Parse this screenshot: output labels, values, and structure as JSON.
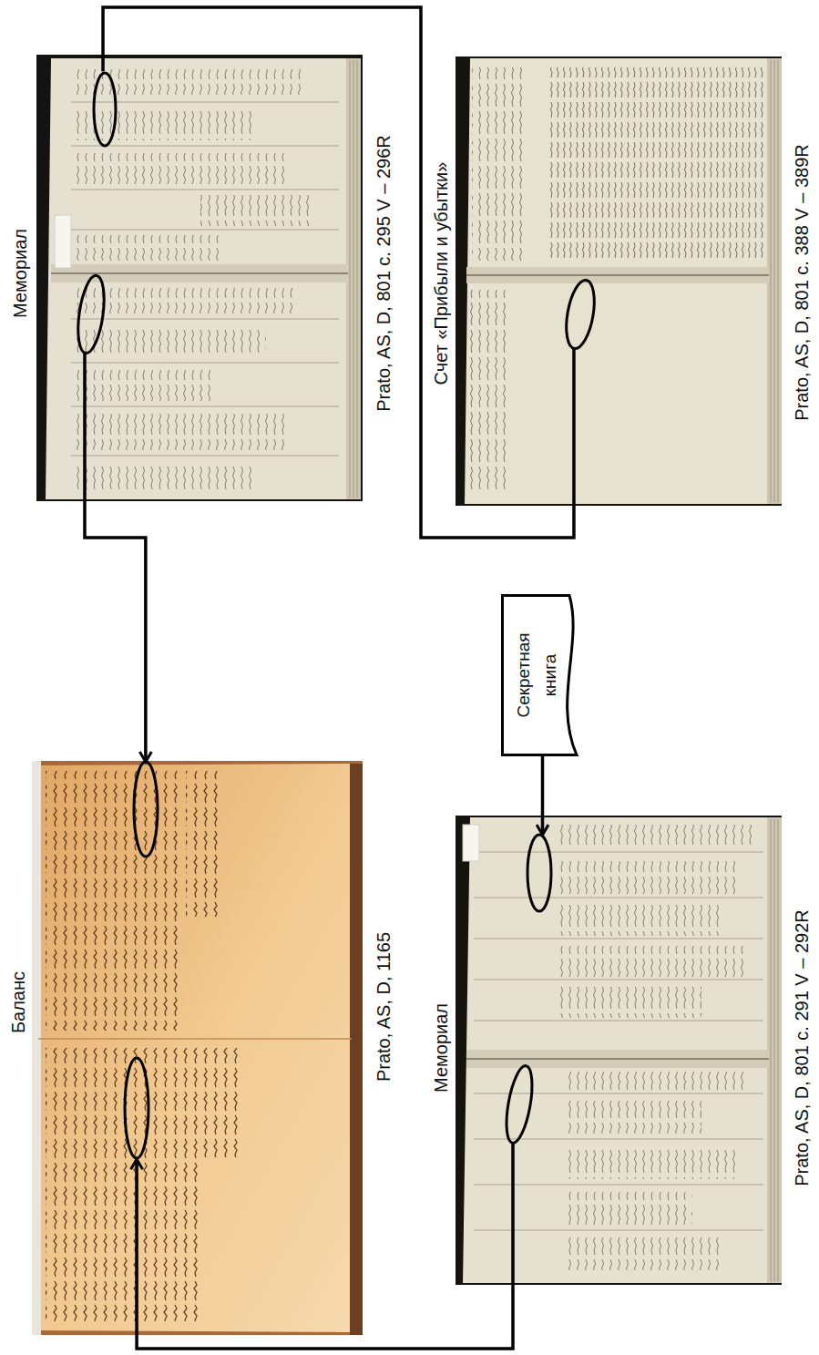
{
  "diagram": {
    "nodes": [
      {
        "text": [
          "Мемориал",
          "Prato, AS, D, 801 с. 295 V – 296R"
        ]
      },
      {
        "text": [
          "Счет «Прибыли и убытки»",
          "Prato, AS, D, 801 с. 388 V – 389R"
        ]
      },
      {
        "text": [
          "Баланс",
          "Prato, AS, D, 1165"
        ]
      },
      {
        "text": [
          "Секретная книга"
        ]
      },
      {
        "text": [
          "Мемориал",
          "Prato, AS, D, 801 с. 291 V – 292R"
        ]
      }
    ],
    "edges": [
      {
        "from": 0,
        "to": 2,
        "arrow": "to"
      },
      {
        "from": 0,
        "to": 1,
        "arrow": "none"
      },
      {
        "from": 3,
        "to": 4,
        "arrow": "to"
      },
      {
        "from": 4,
        "to": 2,
        "arrow": "to"
      }
    ]
  }
}
